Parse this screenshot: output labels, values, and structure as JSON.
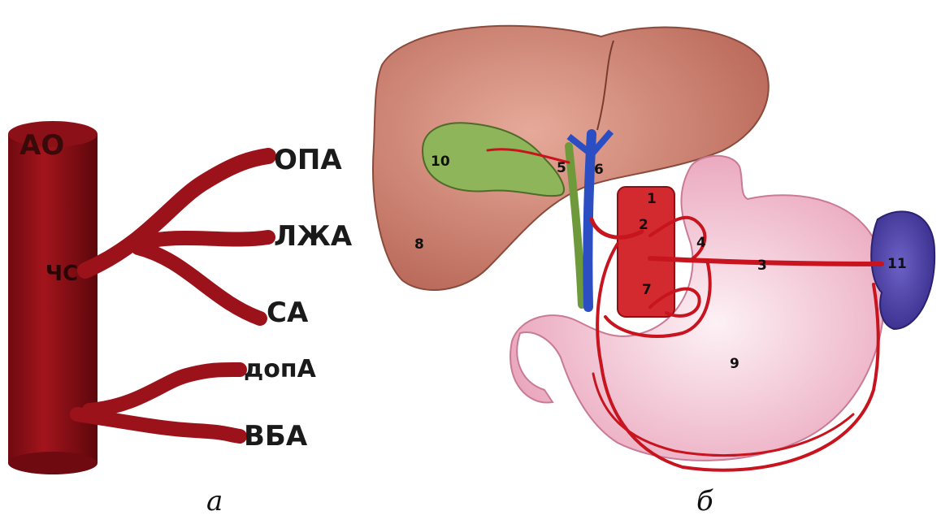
{
  "panel_a": {
    "aorta_label": "АО",
    "trunk_label": "ЧС",
    "branches": [
      "ОПА",
      "ЛЖА",
      "СА",
      "допА",
      "ВБА"
    ]
  },
  "panel_b": {
    "numbers": [
      "1",
      "2",
      "3",
      "4",
      "5",
      "6",
      "7",
      "8",
      "9",
      "10",
      "11"
    ]
  },
  "captions": {
    "a": "а",
    "b": "б"
  },
  "colors": {
    "artery": "#b3121c",
    "liver": "#c9776a",
    "gallbladder": "#8fb55b",
    "vein": "#2b4ec2",
    "stomach": "#f2bfcf",
    "spleen": "#4b3fa4"
  }
}
